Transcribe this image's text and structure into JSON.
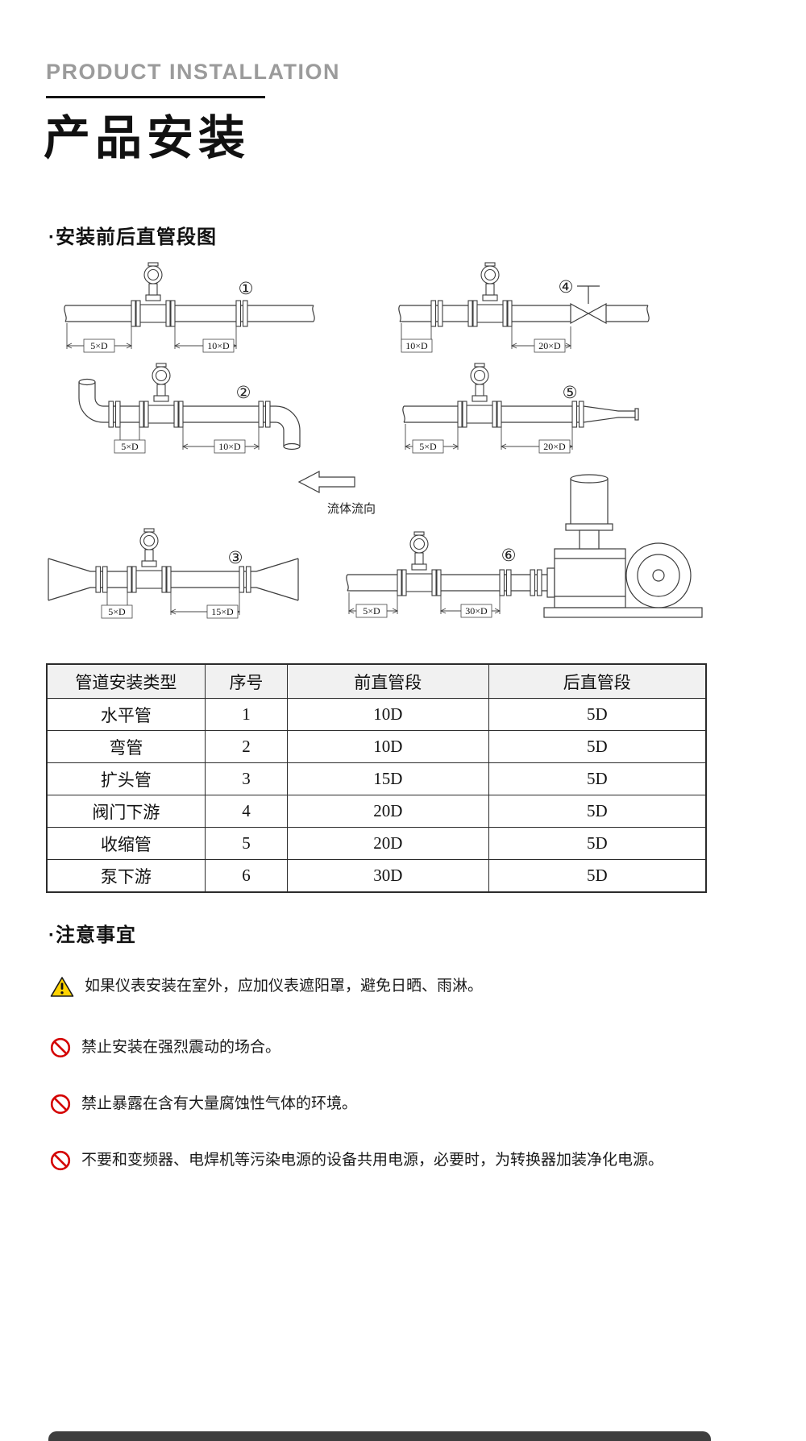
{
  "header": {
    "eyebrow": "PRODUCT INSTALLATION",
    "title": "产品安装"
  },
  "diagram_section": {
    "heading": "·安装前后直管段图",
    "flow_label": "流体流向",
    "diagrams": [
      {
        "num": "①",
        "left_dim": "5×D",
        "right_dim": "10×D"
      },
      {
        "num": "④",
        "left_dim": "10×D",
        "right_dim": "20×D"
      },
      {
        "num": "②",
        "left_dim": "5×D",
        "right_dim": "10×D"
      },
      {
        "num": "⑤",
        "left_dim": "5×D",
        "right_dim": "20×D"
      },
      {
        "num": "③",
        "left_dim": "5×D",
        "right_dim": "15×D"
      },
      {
        "num": "⑥",
        "left_dim": "5×D",
        "right_dim": "30×D"
      }
    ]
  },
  "table": {
    "headers": [
      "管道安装类型",
      "序号",
      "前直管段",
      "后直管段"
    ],
    "rows": [
      [
        "水平管",
        "1",
        "10D",
        "5D"
      ],
      [
        "弯管",
        "2",
        "10D",
        "5D"
      ],
      [
        "扩头管",
        "3",
        "15D",
        "5D"
      ],
      [
        "阀门下游",
        "4",
        "20D",
        "5D"
      ],
      [
        "收缩管",
        "5",
        "20D",
        "5D"
      ],
      [
        "泵下游",
        "6",
        "30D",
        "5D"
      ]
    ]
  },
  "notes_section": {
    "heading": "·注意事宜",
    "notes": [
      {
        "icon": "warning-icon",
        "text": "如果仪表安装在室外，应加仪表遮阳罩，避免日晒、雨淋。"
      },
      {
        "icon": "prohibit-icon",
        "text": "禁止安装在强烈震动的场合。"
      },
      {
        "icon": "prohibit-icon",
        "text": "禁止暴露在含有大量腐蚀性气体的环境。"
      },
      {
        "icon": "prohibit-icon",
        "text": "不要和变频器、电焊机等污染电源的设备共用电源，必要时，为转换器加装净化电源。"
      }
    ]
  },
  "colors": {
    "accent_warning": "#FFD200",
    "accent_prohibit": "#D40000",
    "line": "#3d3d3d"
  }
}
